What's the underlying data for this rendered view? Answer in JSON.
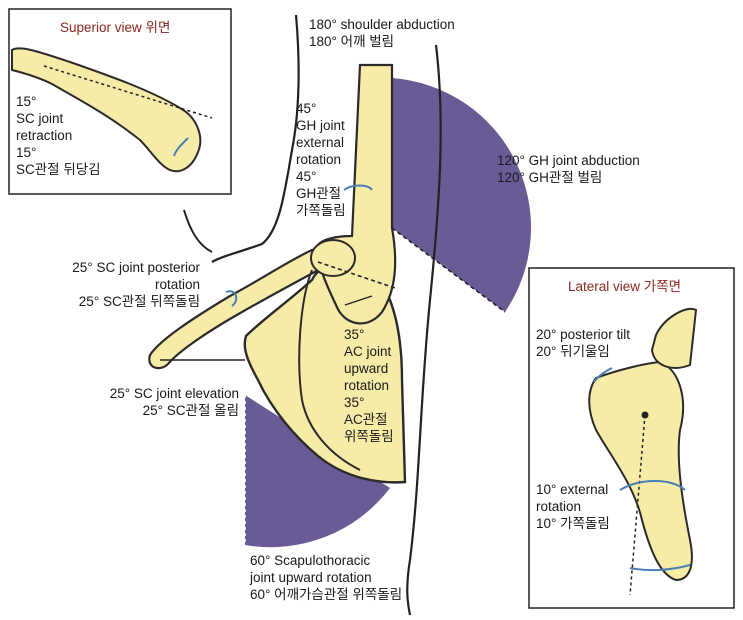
{
  "colors": {
    "bone": "#f6eca7",
    "bone_outline": "#2b2b2b",
    "arc_fill": "#6a5a95",
    "inset_title": "#8b2a1e",
    "arrow": "#4a7fb5"
  },
  "insets": {
    "superior": {
      "title": "Superior view 위면",
      "label": "15°\nSC joint\nretraction\n15°\nSC관절 뒤당김"
    },
    "lateral": {
      "title": "Lateral view 가쪽면",
      "tilt": "20° posterior tilt\n20° 뒤기울임",
      "external": "10° external\nrotation\n10° 가쪽돌림"
    }
  },
  "labels": {
    "shoulder_abduction": "180° shoulder abduction\n180° 어깨 벌림",
    "gh_external": "45°\nGH joint\nexternal\nrotation\n45°\nGH관절\n가쪽돌림",
    "gh_abduction": "120° GH joint abduction\n120° GH관절 벌림",
    "sc_posterior": "25° SC joint posterior\nrotation\n25° SC관절 뒤쪽돌림",
    "sc_elevation": "25° SC joint elevation\n25° SC관절 올림",
    "ac_upward": "35°\nAC joint\nupward\nrotation\n35°\nAC관절\n위쪽돌림",
    "scapulothoracic": "60° Scapulothoracic\njoint upward rotation\n60° 어깨가슴관절 위쪽돌림"
  }
}
